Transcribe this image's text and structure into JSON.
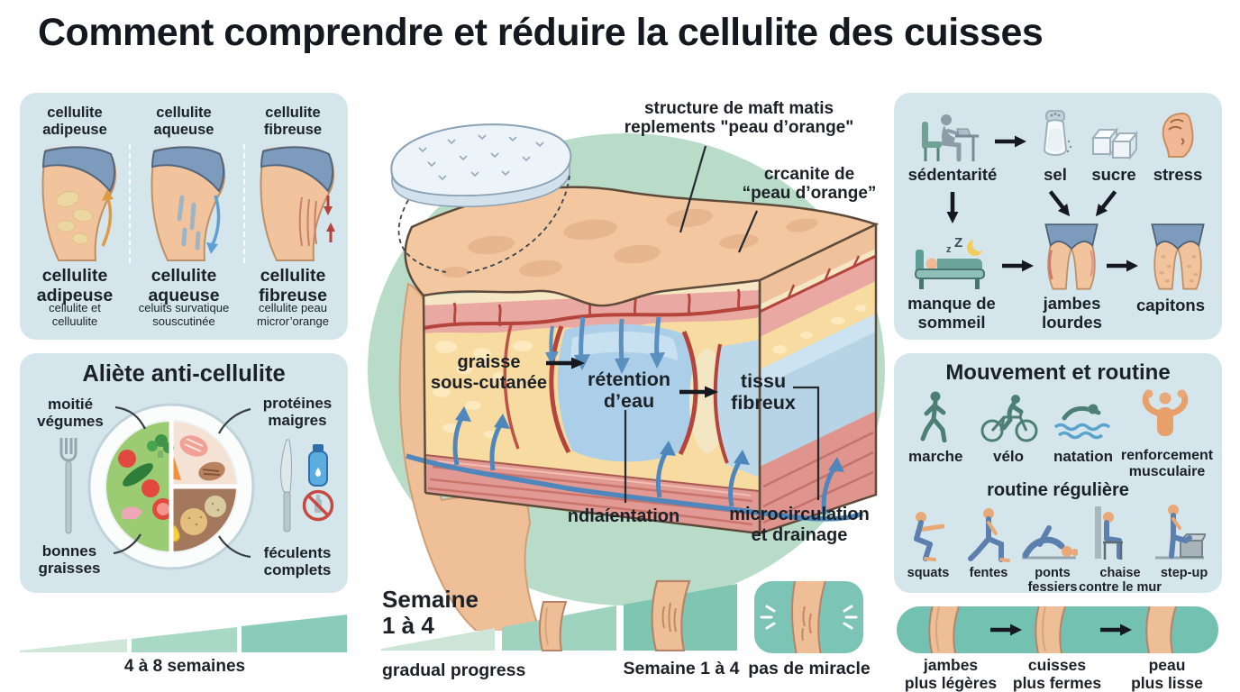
{
  "title": "Comment comprendre et réduire la cellulite des cuisses",
  "types": {
    "items": [
      {
        "label": "cellulite\nadipeuse",
        "caption": "cellulite et\ncelluulite",
        "icon": "thigh-adipose-icon",
        "arrow_color": "#df9b43"
      },
      {
        "label": "cellulite\naqueuse",
        "caption": "celuits survatique\nsouscutinée",
        "icon": "thigh-aqueous-icon",
        "arrow_color": "#5f9fd4"
      },
      {
        "label": "cellulite\nfibreuse",
        "caption": "cellulite peau\nmicror’orange",
        "icon": "thigh-fibrous-icon",
        "arrow_color": "#b3433c"
      }
    ]
  },
  "diet": {
    "title": "Aliète anti-cellulite",
    "labels": {
      "top_left": "moitié\nvégumes",
      "top_right": "protéines\nmaigres",
      "bottom_left": "bonnes\ngraisses",
      "bottom_right": "féculents\ncomplets"
    },
    "icons": [
      "plate-icon",
      "fork-icon",
      "knife-icon",
      "water-bottle-icon",
      "no-alcohol-icon"
    ]
  },
  "anatomy": {
    "annotation_top": "structure de maft matis\nreplements \"peau d’orange\"",
    "annotation_right": "crcanite de\n“peau d’orange”",
    "label_fat": "graisse\nsous-cutanée",
    "label_water": "rétention\nd’eau",
    "label_fibrous": "tissu\nfibreux",
    "label_bottom_left": "ndlaíentation",
    "label_bottom_right": "microcirculation\net drainage"
  },
  "causes": {
    "row1": [
      {
        "label": "sédentarité",
        "icon": "person-desk-icon"
      },
      {
        "label": "sel",
        "icon": "salt-shaker-icon"
      },
      {
        "label": "sucre",
        "icon": "sugar-cubes-icon"
      },
      {
        "label": "stress",
        "icon": "stressed-head-icon"
      }
    ],
    "row2": [
      {
        "label": "manque de\nsommeil",
        "icon": "sleep-bed-icon"
      },
      {
        "label": "jambes\nlourdes",
        "icon": "heavy-legs-icon"
      },
      {
        "label": "capitons",
        "icon": "dimpled-legs-icon"
      }
    ]
  },
  "movement": {
    "title": "Mouvement et routine",
    "activities": [
      {
        "label": "marche",
        "icon": "walking-icon"
      },
      {
        "label": "vélo",
        "icon": "cycling-icon"
      },
      {
        "label": "natation",
        "icon": "swimming-icon"
      },
      {
        "label": "renforcement\nmusculaire",
        "icon": "muscle-icon"
      }
    ],
    "subtitle": "routine régulière",
    "exercises": [
      {
        "label": "squats",
        "icon": "squat-icon"
      },
      {
        "label": "fentes",
        "icon": "lunge-icon"
      },
      {
        "label": "ponts\nfessiers",
        "icon": "glute-bridge-icon"
      },
      {
        "label": "chaise\ncontre le mur",
        "icon": "wall-sit-icon"
      },
      {
        "label": "step-up",
        "icon": "step-up-icon"
      }
    ]
  },
  "timeline": {
    "left_label": "4 à 8 semaines",
    "week_header": "Semaine\n1 à 4",
    "progress_label": "gradual progress",
    "week_label": "Semaine 1 à 4",
    "miracle_label": "pas de miracle"
  },
  "results": {
    "items": [
      {
        "label": "jambes\nplus légères"
      },
      {
        "label": "cuisses\nplus fermes"
      },
      {
        "label": "peau\nplus lisse"
      }
    ]
  },
  "colors": {
    "panel_bg": "#d4e6ec",
    "circle_green": "#b8dcc8",
    "teal_bar": "#72c1b1",
    "skin": "#f2c49d",
    "briefs_blue": "#7d9cbd",
    "vessel_red": "#b5443c",
    "vessel_blue": "#4f87bd",
    "water_blue": "#abcfe8",
    "fat_yellow": "#f7dba1",
    "muscle_pink": "#e09a93"
  }
}
